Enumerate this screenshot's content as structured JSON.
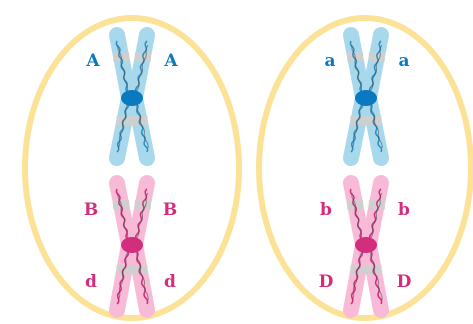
{
  "colors": {
    "cell_outline": "#fce296",
    "blue_chromosome_fill": "#a8d8ec",
    "blue_centromere": "#0b79c0",
    "blue_strand": "#2a8fc7",
    "blue_label": "#0b79c0",
    "pink_chromosome_fill": "#f8bbd7",
    "pink_centromere": "#d22e7e",
    "pink_strand": "#d22e7e",
    "pink_label": "#d22e7e",
    "gene_band": "#cfcfcf",
    "dark_strand": "#4a4a4a"
  },
  "cells": [
    {
      "name": "left-cell",
      "chromosomes": [
        {
          "name": "blue-chromosome",
          "color": "blue",
          "labels": {
            "upper_left": "A",
            "upper_right": "A"
          }
        },
        {
          "name": "pink-chromosome",
          "color": "pink",
          "labels": {
            "upper_left": "B",
            "upper_right": "B",
            "lower_left": "d",
            "lower_right": "d"
          }
        }
      ]
    },
    {
      "name": "right-cell",
      "chromosomes": [
        {
          "name": "blue-chromosome",
          "color": "blue",
          "labels": {
            "upper_left": "a",
            "upper_right": "a"
          }
        },
        {
          "name": "pink-chromosome",
          "color": "pink",
          "labels": {
            "upper_left": "b",
            "upper_right": "b",
            "lower_left": "D",
            "lower_right": "D"
          }
        }
      ]
    }
  ]
}
